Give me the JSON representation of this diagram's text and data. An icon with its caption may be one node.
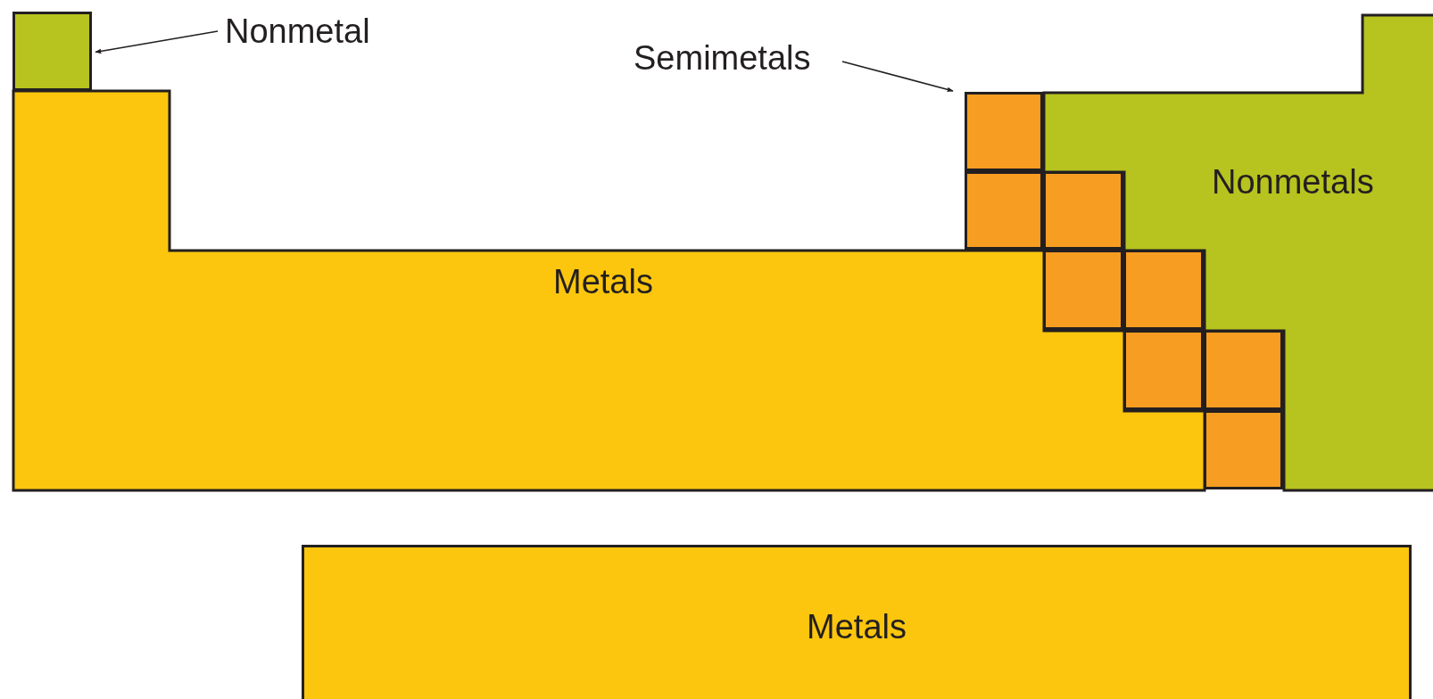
{
  "diagram": {
    "nodes": [
      {
        "text": [
          "Nonmetal"
        ]
      },
      {
        "text": [],
        "shape": "box"
      },
      {
        "text": [
          "Metals"
        ]
      },
      {
        "text": [
          "Nonmetals"
        ]
      },
      {
        "text": [
          "Semimetals"
        ]
      },
      {
        "text": [],
        "shape": "box"
      },
      {
        "text": [],
        "shape": "box"
      },
      {
        "text": [],
        "shape": "box"
      },
      {
        "text": [],
        "shape": "box"
      },
      {
        "text": [],
        "shape": "box"
      },
      {
        "text": [],
        "shape": "box"
      },
      {
        "text": [],
        "shape": "box"
      },
      {
        "text": [],
        "shape": "box"
      },
      {
        "text": [
          "Metals"
        ]
      }
    ],
    "edges": [
      {
        "from": 0,
        "to": 1,
        "arrow": "to"
      },
      {
        "from": 4,
        "to": 5,
        "arrow": "to"
      }
    ]
  }
}
